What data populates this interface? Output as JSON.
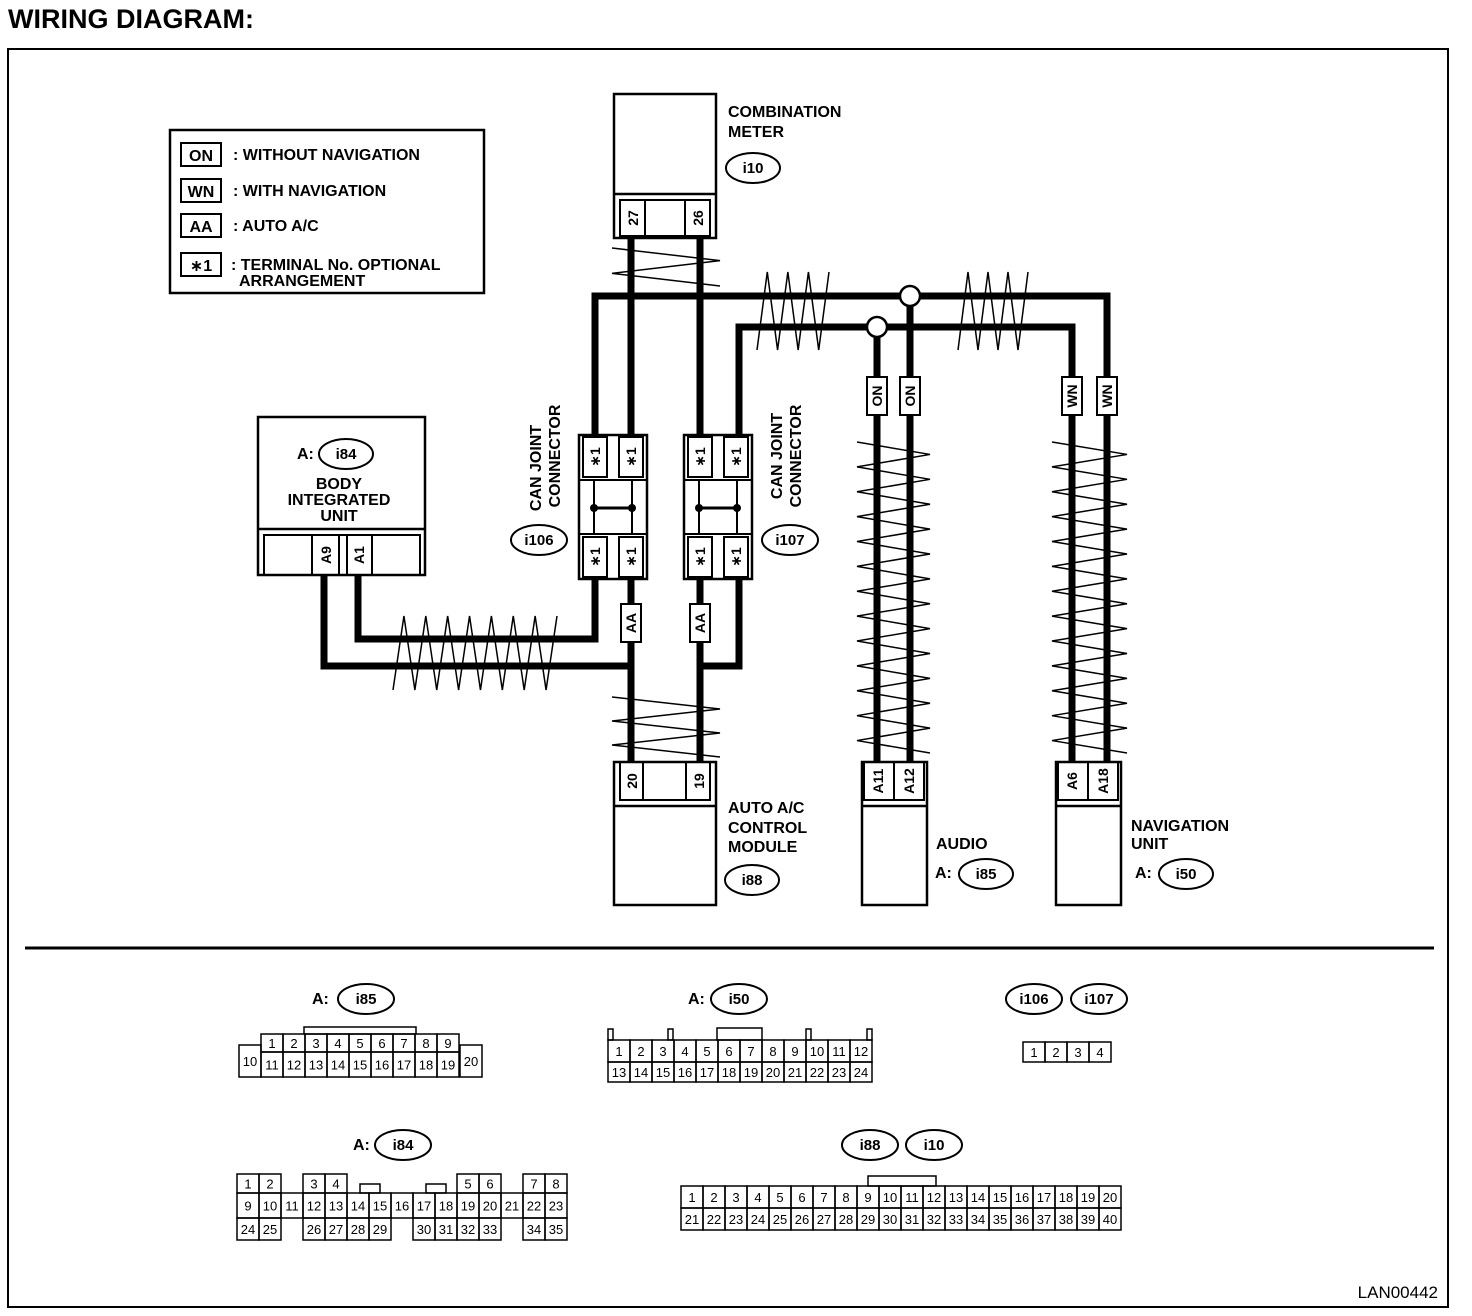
{
  "title": "WIRING DIAGRAM:",
  "doc_id": "LAN00442",
  "legend": [
    {
      "code": "ON",
      "text": ": WITHOUT NAVIGATION"
    },
    {
      "code": "WN",
      "text": ": WITH NAVIGATION"
    },
    {
      "code": "AA",
      "text": ": AUTO A/C"
    },
    {
      "code": "∗1",
      "text": ": TERMINAL No. OPTIONAL",
      "text2": "ARRANGEMENT"
    }
  ],
  "components": {
    "combination_meter": {
      "line1": "COMBINATION",
      "line2": "METER",
      "connector": "i10",
      "pins": [
        "27",
        "26"
      ]
    },
    "body_integrated_unit": {
      "line1": "BODY",
      "line2": "INTEGRATED",
      "line3": "UNIT",
      "prefix": "A:",
      "connector": "i84",
      "pins": [
        "A9",
        "A1"
      ]
    },
    "can_joint_1": {
      "line1": "CAN JOINT",
      "line2": "CONNECTOR",
      "connector": "i106",
      "pin": "∗1"
    },
    "can_joint_2": {
      "line1": "CAN JOINT",
      "line2": "CONNECTOR",
      "connector": "i107",
      "pin": "∗1"
    },
    "auto_ac": {
      "line1": "AUTO A/C",
      "line2": "CONTROL",
      "line3": "MODULE",
      "connector": "i88",
      "pins": [
        "20",
        "19"
      ]
    },
    "audio": {
      "line1": "AUDIO",
      "prefix": "A:",
      "connector": "i85",
      "pins": [
        "A11",
        "A12"
      ]
    },
    "navigation": {
      "line1": "NAVIGATION",
      "line2": "UNIT",
      "prefix": "A:",
      "connector": "i50",
      "pins": [
        "A6",
        "A18"
      ]
    }
  },
  "wire_tags": {
    "aa": "AA",
    "on": "ON",
    "wn": "WN"
  },
  "connector_views": {
    "i85": {
      "prefix": "A:",
      "id": "i85",
      "row1": [
        "1",
        "2",
        "3",
        "4",
        "5",
        "6",
        "7",
        "8",
        "9"
      ],
      "row2": [
        "11",
        "12",
        "13",
        "14",
        "15",
        "16",
        "17",
        "18",
        "19"
      ],
      "left": "10",
      "right": "20"
    },
    "i50": {
      "prefix": "A:",
      "id": "i50",
      "row1": [
        "1",
        "2",
        "3",
        "4",
        "5",
        "6",
        "7",
        "8",
        "9",
        "10",
        "11",
        "12"
      ],
      "row2": [
        "13",
        "14",
        "15",
        "16",
        "17",
        "18",
        "19",
        "20",
        "21",
        "22",
        "23",
        "24"
      ]
    },
    "i106_i107": {
      "ids": [
        "i106",
        "i107"
      ],
      "row1": [
        "1",
        "2",
        "3",
        "4"
      ]
    },
    "i84": {
      "prefix": "A:",
      "id": "i84",
      "row1": [
        "1",
        "2",
        "",
        "3",
        "4",
        "",
        "",
        "",
        "",
        "",
        "5",
        "6",
        "",
        "7",
        "8"
      ],
      "row2": [
        "9",
        "10",
        "11",
        "12",
        "13",
        "14",
        "15",
        "16",
        "17",
        "18",
        "19",
        "20",
        "21",
        "22",
        "23"
      ],
      "row3": [
        "24",
        "25",
        "",
        "26",
        "27",
        "28",
        "29",
        "",
        "30",
        "31",
        "32",
        "33",
        "",
        "34",
        "35"
      ]
    },
    "i88_i10": {
      "ids": [
        "i88",
        "i10"
      ],
      "row1": [
        "1",
        "2",
        "3",
        "4",
        "5",
        "6",
        "7",
        "8",
        "9",
        "10",
        "11",
        "12",
        "13",
        "14",
        "15",
        "16",
        "17",
        "18",
        "19",
        "20"
      ],
      "row2": [
        "21",
        "22",
        "23",
        "24",
        "25",
        "26",
        "27",
        "28",
        "29",
        "30",
        "31",
        "32",
        "33",
        "34",
        "35",
        "36",
        "37",
        "38",
        "39",
        "40"
      ]
    }
  }
}
